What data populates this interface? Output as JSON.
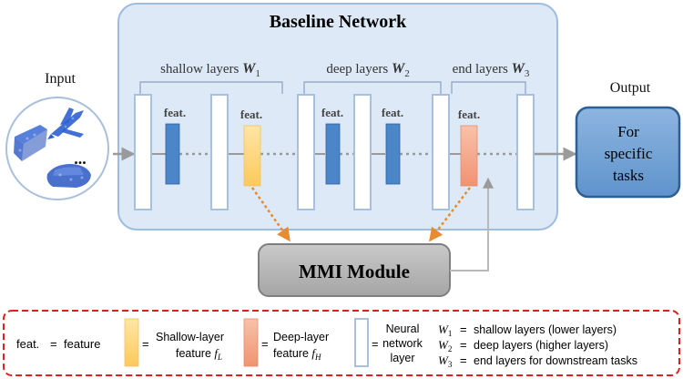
{
  "title": "Baseline Network",
  "input_label": "Input",
  "input_ellipsis": "...",
  "output_label": "Output",
  "output_box": {
    "line1": "For",
    "line2": "specific",
    "line3": "tasks"
  },
  "groups": {
    "shallow": {
      "text": "shallow layers ",
      "sym": "W",
      "sub": "1"
    },
    "deep": {
      "text": "deep layers ",
      "sym": "W",
      "sub": "2"
    },
    "end": {
      "text": "end layers ",
      "sym": "W",
      "sub": "3"
    }
  },
  "feat_label": "feat.",
  "mmi_label": "MMI Module",
  "legend": {
    "feat_key": "feat.",
    "feat_eq": "=",
    "feat_value": "feature",
    "shallow_eq": "=",
    "shallow_line1": "Shallow-layer",
    "shallow_line2": "feature ",
    "shallow_sym": "f",
    "shallow_sub": "L",
    "deep_eq": "=",
    "deep_line1": "Deep-layer",
    "deep_line2": "feature ",
    "deep_sym": "f",
    "deep_sub": "H",
    "neural_eq": "=",
    "neural_line1": "Neural",
    "neural_line2": "network",
    "neural_line3": "layer",
    "w1_sym": "W",
    "w1_sub": "1",
    "w1_eq": "=",
    "w1_text": "shallow layers (lower layers)",
    "w2_sym": "W",
    "w2_sub": "2",
    "w2_eq": "=",
    "w2_text": "deep layers (higher layers)",
    "w3_sym": "W",
    "w3_sub": "3",
    "w3_eq": "=",
    "w3_text": "end layers for downstream tasks"
  },
  "colors": {
    "network_bg": "#dde9f6",
    "network_border": "#9dbde0",
    "layer_border": "#a9c0dc",
    "deep_feat": "#4a86c8",
    "shallow_feat": "#ffd87a",
    "end_feat": "#f4a485",
    "mmi_fill": "#b3b3b3",
    "output_fill": "#6f9fd2",
    "output_border": "#2f5e93",
    "orange_arrow": "#e88a2e",
    "legend_border": "#e02020"
  }
}
